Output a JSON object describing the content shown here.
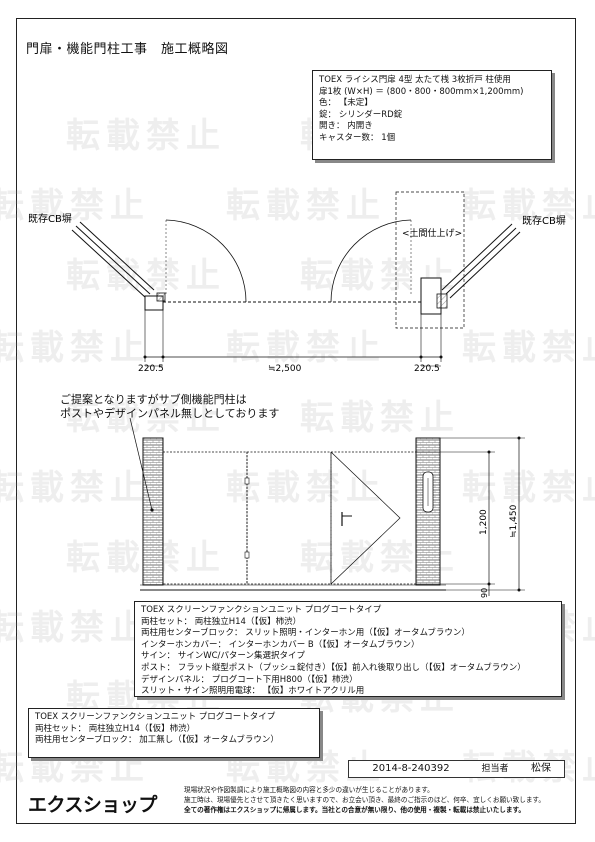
{
  "title": "門扉・機能門柱工事　施工概略図",
  "watermark": "転載禁止",
  "spec_gate": {
    "lines": [
      "TOEX ライシス門扉 4型 太たて桟 3枚折戸 柱使用",
      "扉1枚 (W×H) ＝ (800・800・800mm×1,200mm)",
      "色： 【未定】",
      "錠： シリンダーRD錠",
      "開き： 内開き",
      "キャスター数： 1個"
    ]
  },
  "plan": {
    "left_wall_label": "既存CB塀",
    "right_wall_label": "土間仕上げ",
    "right_wall_label_full": "既存CB塀",
    "dim_left": "220.5",
    "dim_center": "≒2,500",
    "dim_right": "220.5"
  },
  "remark_lines": [
    "ご提案となりますがサブ側機能門柱は",
    "ポストやデザインパネル無しとしております"
  ],
  "elevation": {
    "dim_h1": "1,200",
    "dim_h2": "≒1,450",
    "dim_gap": "90"
  },
  "spec_unit": {
    "lines": [
      "TOEX スクリーンファンクションユニット プログコートタイプ",
      "両柱セット： 両柱独立H14（【仮】柿渋）",
      "両柱用センターブロック： スリット照明・インターホン用（【仮】オータムブラウン）",
      "インターホンカバー： インターホンカバー B（【仮】オータムブラウン）",
      "サイン： サインWC/パターン集選択タイプ",
      "ポスト： フラット縦型ポスト（プッシュ錠付き）【仮】前入れ後取り出し（【仮】オータムブラウン）",
      "デザインパネル： プログコート下用H800（【仮】柿渋）",
      "スリット・サイン照明用電球： 【仮】ホワイトアクリル用"
    ]
  },
  "spec_sub": {
    "lines": [
      "TOEX スクリーンファンクションユニット プログコートタイプ",
      "両柱セット： 両柱独立H14（【仮】柿渋）",
      "両柱用センターブロック： 加工無し（【仮】オータムブラウン）"
    ]
  },
  "footer": {
    "date_code": "2014-8-240392",
    "role": "担当者",
    "person": "松保",
    "logo": "エクスショップ",
    "notice": [
      "現場状況や作図製調により施工概略図の内容と多少の違いが生じることがあります。",
      "施工時は、現場優先とさせて頂きたく思いますので、お立会い頂き、最終のご指示のほど、何卒、宜しくお願い致します。",
      "全ての著作権はエクスショップに帰属します。当社との合意が無い限り、他の使用・複製・転載は禁止いたします。"
    ]
  }
}
